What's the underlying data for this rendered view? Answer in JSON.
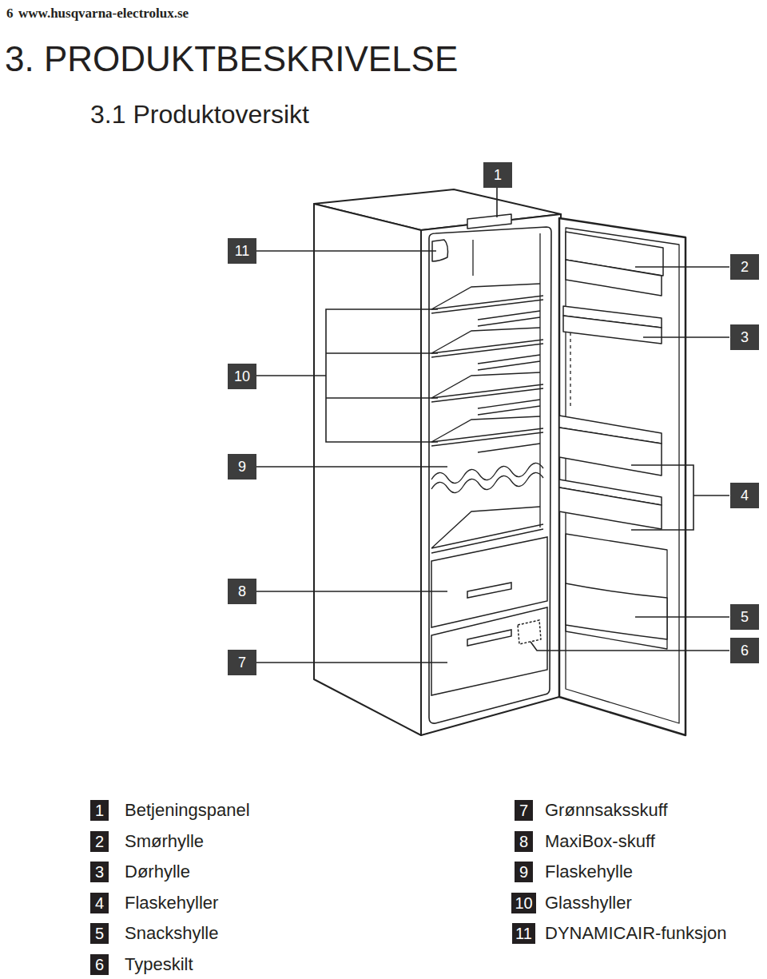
{
  "diagram": {
    "title": "3. PRODUKTBESKRIVELSE",
    "nodes": [
      {
        "text": [
          "1"
        ]
      },
      {
        "text": [
          "11"
        ]
      },
      {
        "text": [
          "2"
        ]
      },
      {
        "text": [
          "3"
        ]
      },
      {
        "text": [
          "10"
        ]
      },
      {
        "text": [
          "9"
        ]
      },
      {
        "text": [
          "4"
        ]
      },
      {
        "text": [
          "8"
        ]
      },
      {
        "text": [
          "5"
        ]
      },
      {
        "text": [
          "7"
        ]
      },
      {
        "text": [
          "6"
        ]
      },
      {
        "text": [
          "1"
        ]
      },
      {
        "text": [
          "2"
        ]
      },
      {
        "text": [
          "3"
        ]
      },
      {
        "text": [
          "4"
        ]
      },
      {
        "text": [
          "5"
        ]
      },
      {
        "text": [
          "6"
        ]
      },
      {
        "text": [
          "7"
        ]
      },
      {
        "text": [
          "8"
        ]
      },
      {
        "text": [
          "9"
        ]
      },
      {
        "text": [
          "10"
        ]
      },
      {
        "text": [
          "11"
        ]
      }
    ],
    "labels": [
      "6",
      "www.husqvarna-electrolux.se",
      "3.1 Produktoversikt",
      "Betjeningspanel",
      "Smørhylle",
      "Dørhylle",
      "Flaskehyller",
      "Snackshylle",
      "Typeskilt",
      "Grønnsaksskuff",
      "MaxiBox-skuff",
      "Flaskehylle",
      "Glasshyller",
      "DYNAMICAIR-funksjon"
    ]
  }
}
